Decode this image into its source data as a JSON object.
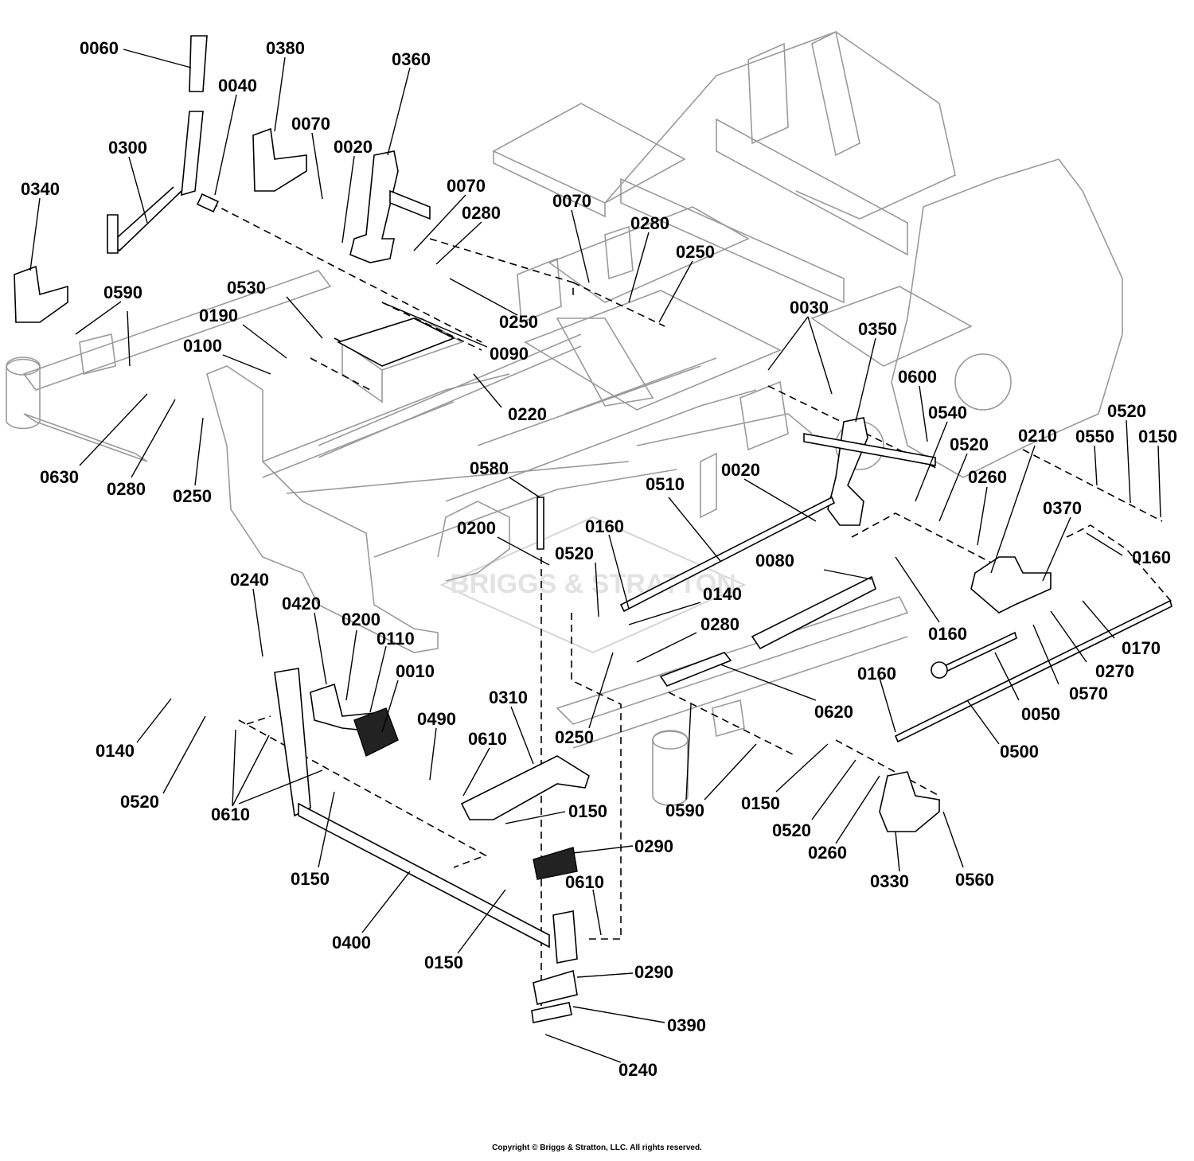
{
  "diagram": {
    "watermark": "BRIGGS & STRATTON",
    "copyright": "Copyright © Briggs & Stratton, LLC. All rights reserved.",
    "callouts": [
      "0060",
      "0380",
      "0360",
      "0040",
      "0070",
      "0020",
      "0300",
      "0070",
      "0280",
      "0070",
      "0340",
      "0280",
      "0250",
      "0590",
      "0530",
      "0250",
      "0190",
      "0090",
      "0030",
      "0350",
      "0100",
      "0220",
      "0600",
      "0540",
      "0520",
      "0210",
      "0520",
      "0550",
      "0150",
      "0630",
      "0280",
      "0250",
      "0580",
      "0020",
      "0260",
      "0510",
      "0370",
      "0200",
      "0160",
      "0520",
      "0160",
      "0080",
      "0140",
      "0240",
      "0160",
      "0420",
      "0280",
      "0170",
      "0200",
      "0110",
      "0270",
      "0010",
      "0620",
      "0160",
      "0570",
      "0050",
      "0490",
      "0310",
      "0250",
      "0500",
      "0610",
      "0140",
      "0520",
      "0610",
      "0590",
      "0150",
      "0150",
      "0520",
      "0260",
      "0560",
      "0330",
      "0290",
      "0150",
      "0610",
      "0400",
      "0150",
      "0290",
      "0390",
      "0240"
    ]
  }
}
